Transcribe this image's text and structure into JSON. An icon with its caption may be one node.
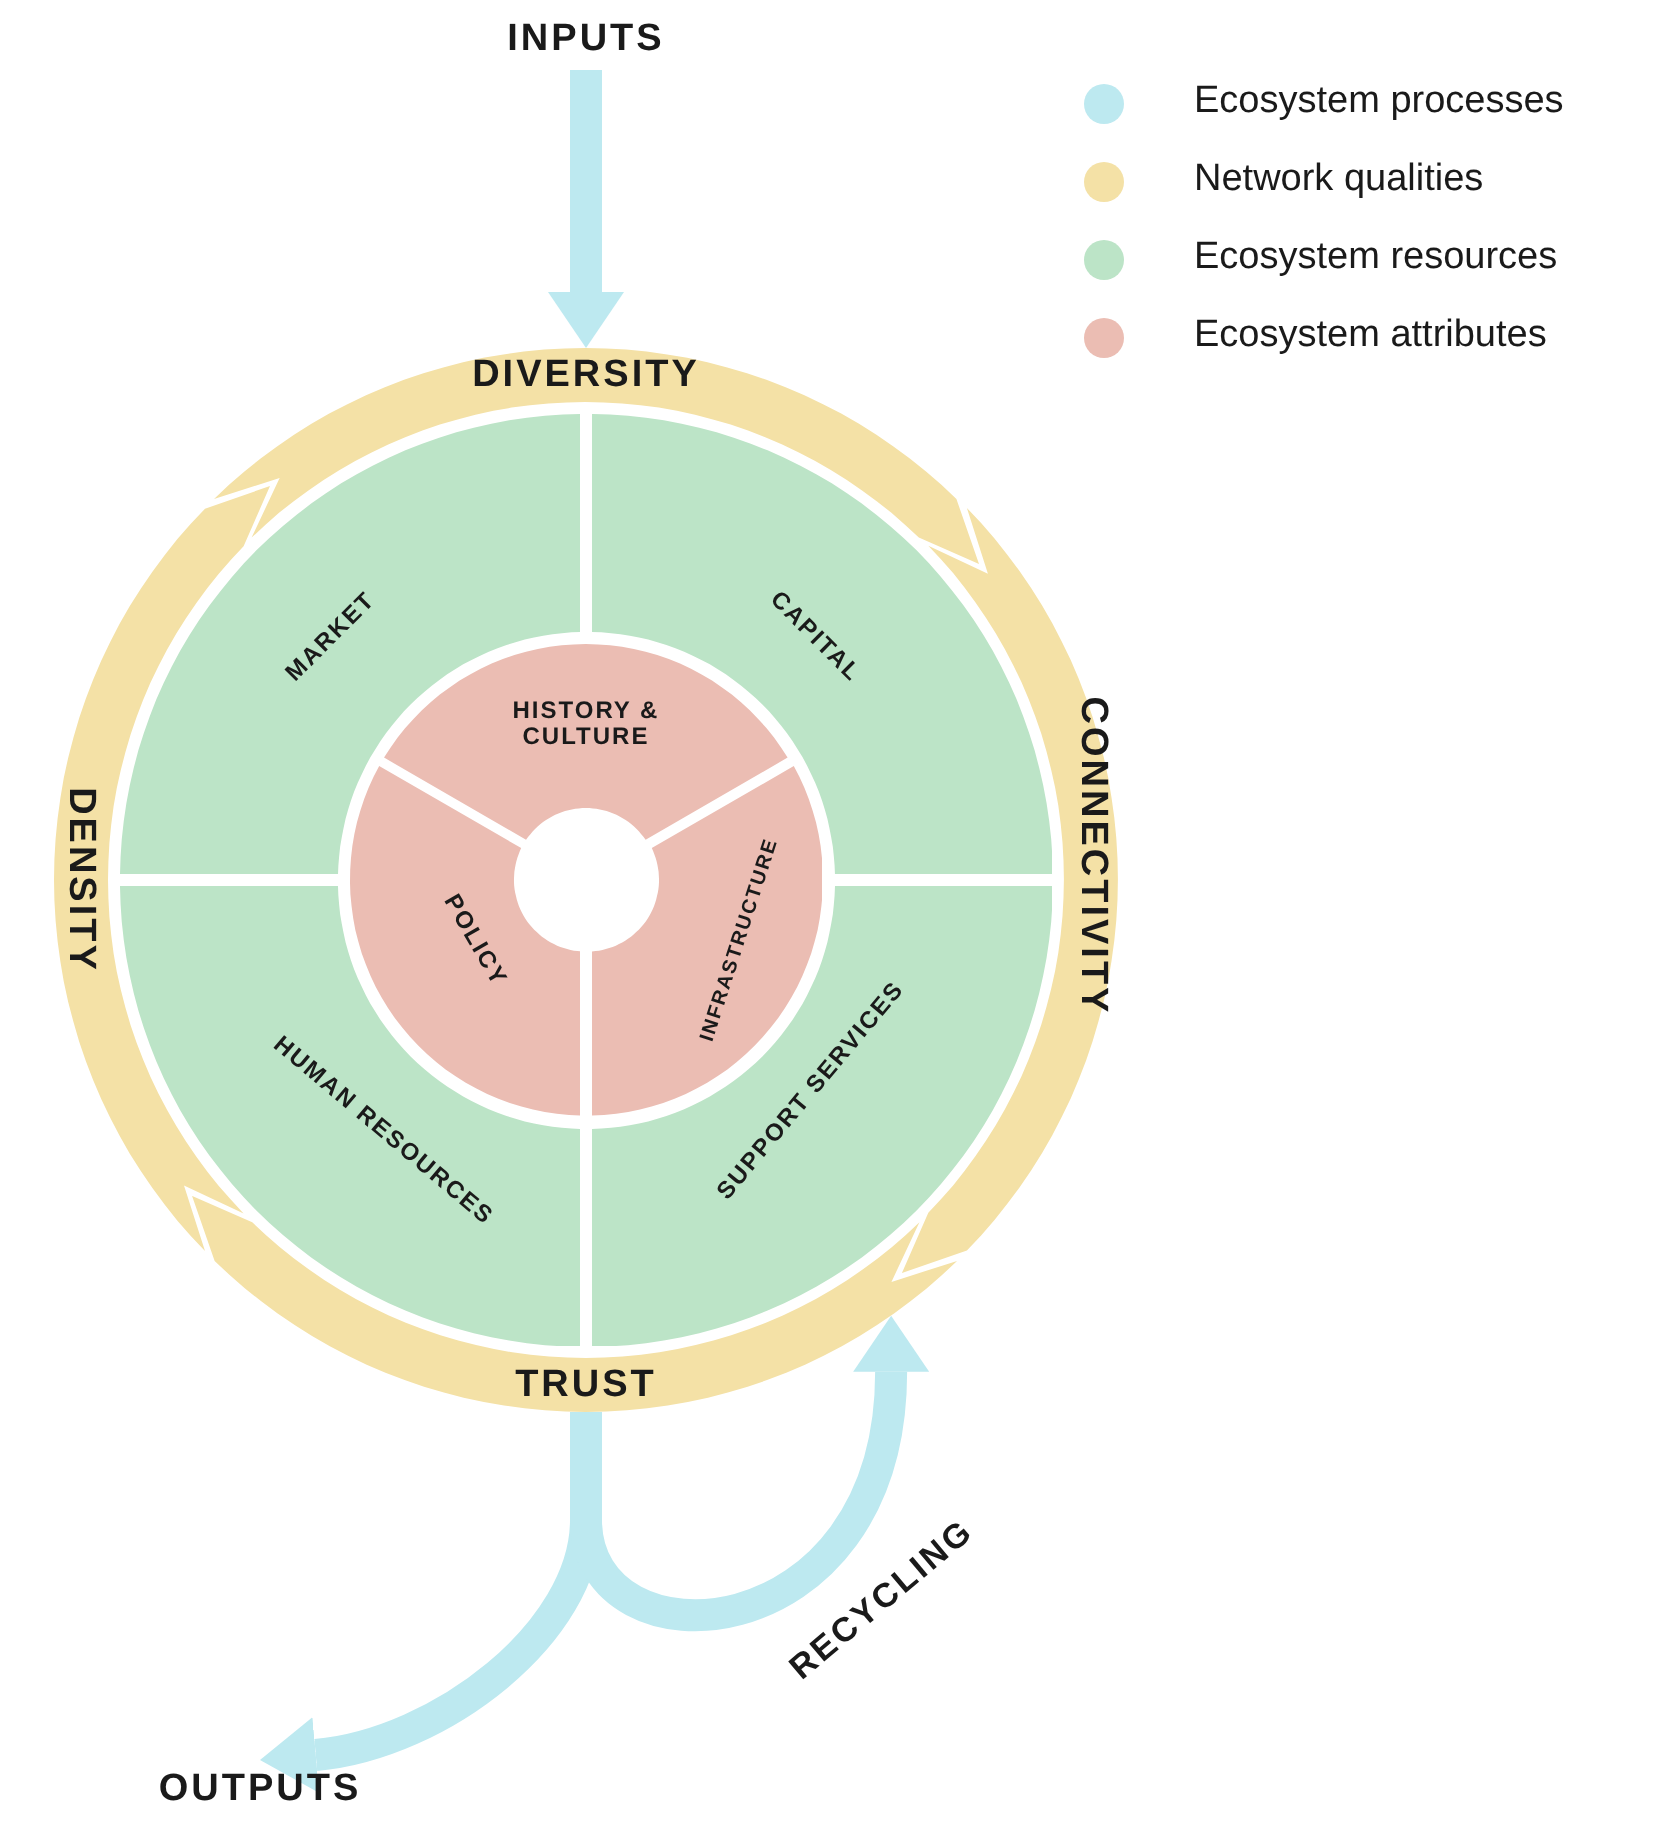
{
  "diagram": {
    "nodes": [
      {
        "text": [
          "INPUTS"
        ]
      },
      {
        "text": [
          "DIVERSITY"
        ]
      },
      {
        "text": [
          "DENSITY"
        ]
      },
      {
        "text": [
          "MARKET"
        ]
      },
      {
        "text": [
          "CAPITAL"
        ]
      },
      {
        "text": [
          "CONNECTIVITY"
        ]
      },
      {
        "text": [
          "HISTORY & CULTURE"
        ]
      },
      {
        "text": [
          "POLICY"
        ]
      },
      {
        "text": [
          "INFRASTRUCTURE"
        ]
      },
      {
        "text": [
          "HUMAN RESOURCES"
        ]
      },
      {
        "text": [
          "SUPPORT SERVICES"
        ]
      },
      {
        "text": [
          "TRUST"
        ]
      },
      {
        "text": [
          "OUTPUTS"
        ]
      }
    ],
    "edges": [
      {
        "from": 0,
        "to": 1,
        "arrow": "to"
      },
      {
        "from": 11,
        "to": 12,
        "arrow": "to"
      },
      {
        "from": 11,
        "to": 11,
        "arrow": "to",
        "label": "RECYCLING"
      }
    ],
    "legend": [
      {
        "text": "Ecosystem processes",
        "color": "#bde9f0"
      },
      {
        "text": "Network qualities",
        "color": "#f4e1a6"
      },
      {
        "text": "Ecosystem resources",
        "color": "#bce4c7"
      },
      {
        "text": "Ecosystem attributes",
        "color": "#ebbdb3"
      }
    ]
  }
}
